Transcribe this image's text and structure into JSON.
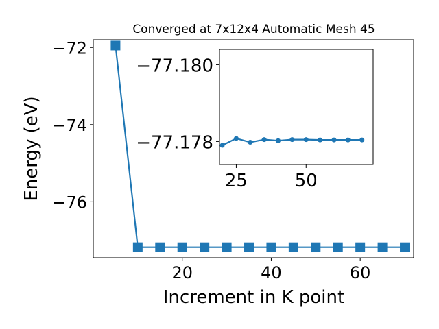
{
  "chart_data": [
    {
      "type": "line",
      "title": "Converged at 7x12x4 Automatic Mesh 45",
      "xlabel": "Increment in K point",
      "ylabel": "Energy (eV)",
      "xlim": [
        0,
        72
      ],
      "ylim": [
        -77.45,
        -71.8
      ],
      "xticks": [
        20,
        40,
        60
      ],
      "yticks": [
        -72,
        -74,
        -76
      ],
      "grid": false,
      "marker": "square",
      "color": "#1f77b4",
      "series": [
        {
          "x": [
            5,
            10,
            15,
            20,
            25,
            30,
            35,
            40,
            45,
            50,
            55,
            60,
            65,
            70
          ],
          "values": [
            -71.95,
            -77.177,
            -77.178,
            -77.178,
            -77.178,
            -77.178,
            -77.178,
            -77.178,
            -77.178,
            -77.178,
            -77.178,
            -77.178,
            -77.178,
            -77.178
          ]
        }
      ]
    },
    {
      "type": "line",
      "title": "",
      "xlabel": "",
      "ylabel": "",
      "xlim": [
        19,
        74
      ],
      "ylim": [
        -77.1774,
        -77.1804
      ],
      "xticks": [
        25,
        50
      ],
      "yticks": [
        -77.18,
        -77.178
      ],
      "xtick_labels": [
        "25",
        "50"
      ],
      "ytick_labels": [
        "−77.180",
        "−77.178"
      ],
      "grid": false,
      "marker": "circle",
      "color": "#1f77b4",
      "series": [
        {
          "x": [
            20,
            25,
            30,
            35,
            40,
            45,
            50,
            55,
            60,
            65,
            70
          ],
          "values": [
            -77.1779,
            -77.17808,
            -77.17798,
            -77.17805,
            -77.17802,
            -77.17805,
            -77.17805,
            -77.17804,
            -77.17804,
            -77.17804,
            -77.17804
          ]
        }
      ]
    }
  ]
}
